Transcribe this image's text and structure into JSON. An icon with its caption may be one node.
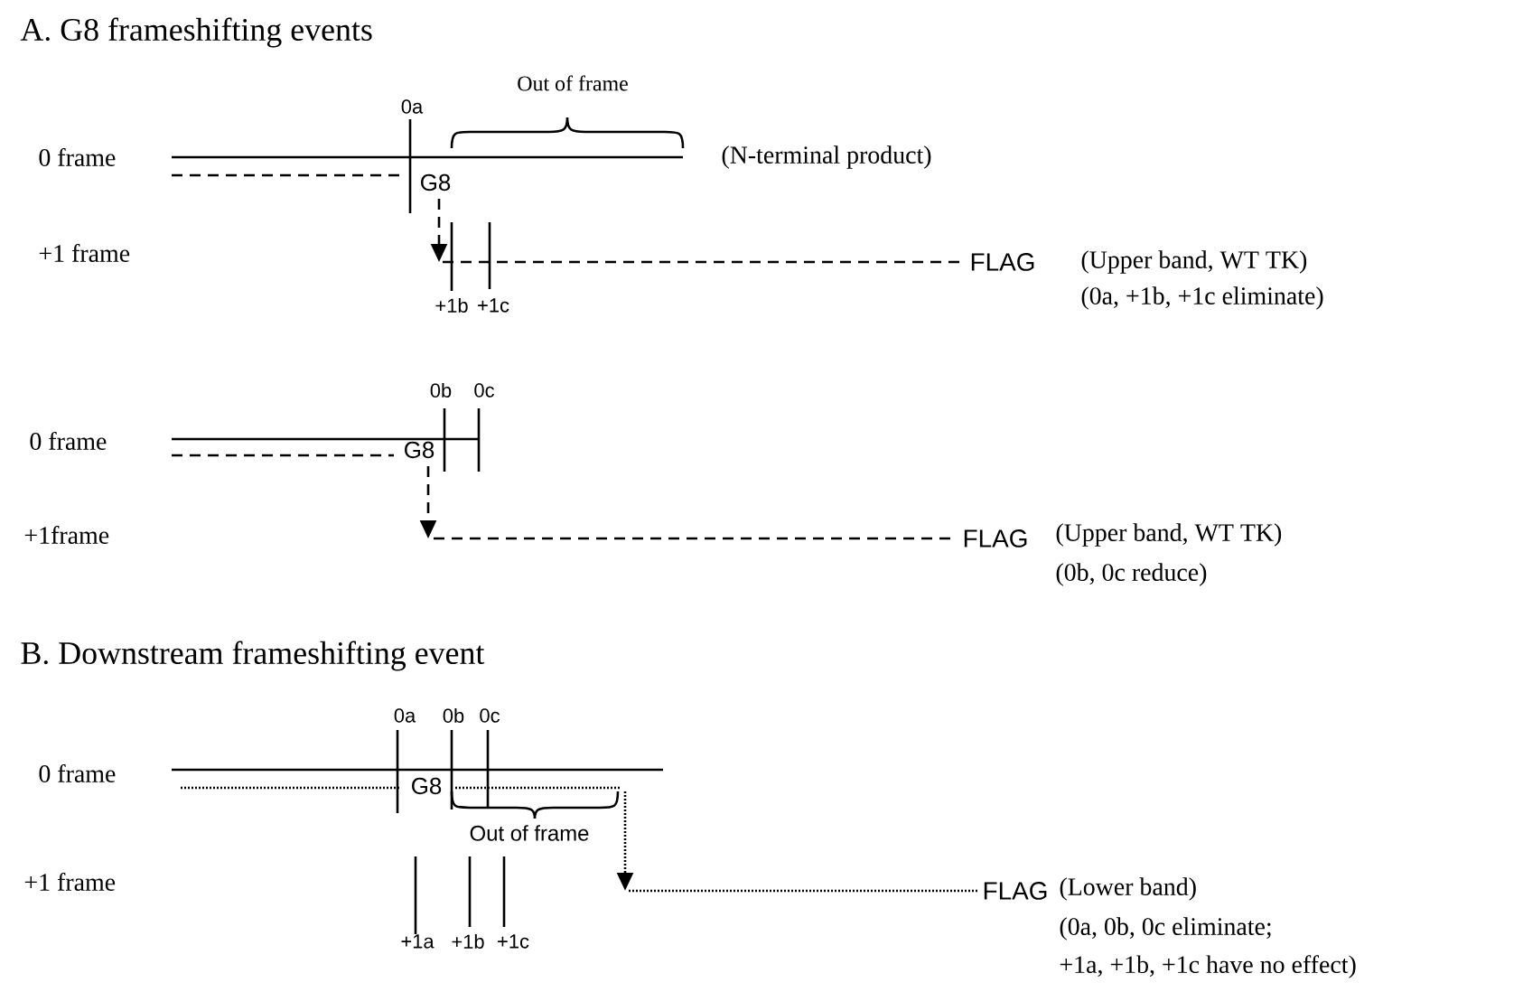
{
  "diagram": {
    "labels": [
      "A. G8 frameshifting events",
      "Out of frame",
      "0a",
      "0 frame",
      "G8",
      "(N-terminal product)",
      "+1 frame",
      "FLAG",
      "(Upper band, WT TK)",
      "+1b",
      "+1c",
      "(0a, +1b, +1c eliminate)",
      "0b",
      "0c",
      "0 frame",
      "G8",
      "+1frame",
      "FLAG",
      "(Upper band, WT TK)",
      "(0b, 0c reduce)",
      "B. Downstream frameshifting event",
      "0a",
      "0b",
      "0c",
      "0 frame",
      "G8",
      "Out of frame",
      "+1 frame",
      "FLAG",
      "(Lower band)",
      "(0a, 0b, 0c eliminate;",
      "+1a, +1b, +1c have no effect)",
      "+1a",
      "+1b",
      "+1c"
    ]
  }
}
